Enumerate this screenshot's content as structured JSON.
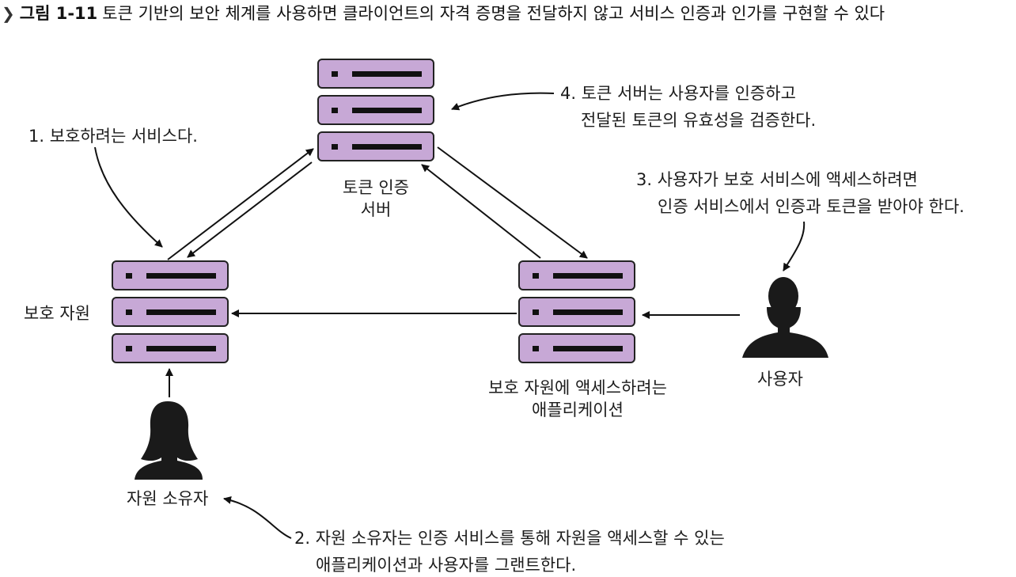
{
  "caption": {
    "chevron": "❯",
    "figure": "그림 1-11",
    "text": "토큰 기반의 보안 체계를 사용하면 클라이언트의 자격 증명을 전달하지 않고 서비스 인증과 인가를 구현할 수 있다"
  },
  "nodes": {
    "token_server": {
      "line1": "토큰 인증",
      "line2": "서버"
    },
    "protected_resource": {
      "label": "보호 자원"
    },
    "client_app": {
      "line1": "보호 자원에 액세스하려는",
      "line2": "애플리케이션"
    },
    "user": {
      "label": "사용자"
    },
    "resource_owner": {
      "label": "자원 소유자"
    }
  },
  "notes": {
    "n1": {
      "line1": "1. 보호하려는 서비스다."
    },
    "n2": {
      "line1": "2. 자원 소유자는 인증 서비스를 통해 자원을 액세스할 수 있는",
      "line2": "애플리케이션과 사용자를 그랜트한다."
    },
    "n3": {
      "line1": "3. 사용자가 보호 서비스에 액세스하려면",
      "line2": "인증 서비스에서 인증과 토큰을 받아야 한다."
    },
    "n4": {
      "line1": "4. 토큰 서버는 사용자를 인증하고",
      "line2": "전달된 토큰의 유효성을 검증한다."
    }
  },
  "colors": {
    "server_fill": "#c7a8d6",
    "ink": "#1c1c1c"
  }
}
